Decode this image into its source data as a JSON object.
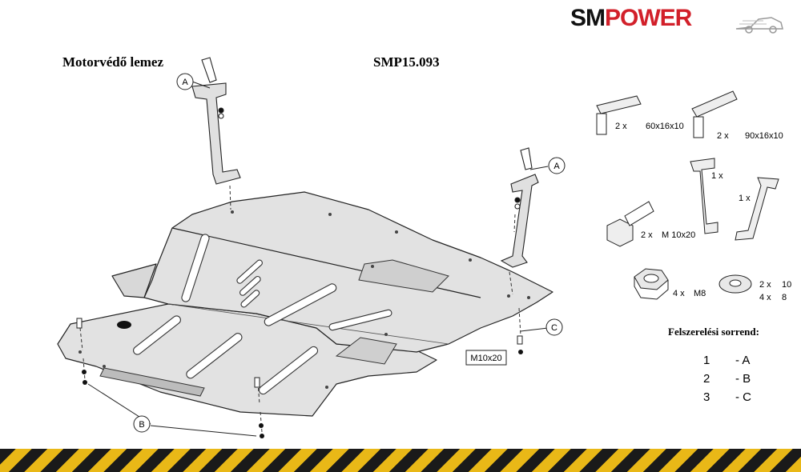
{
  "brand": {
    "part1": "SM",
    "part2": "POWER",
    "color_dark": "#111111",
    "color_red": "#d2202a"
  },
  "header": {
    "title": "Motorvédő lemez",
    "code": "SMP15.093"
  },
  "callouts": {
    "a": "A",
    "b": "B",
    "c": "C"
  },
  "bolt_label": "M10x20",
  "parts": [
    {
      "qty": "2 x",
      "spec": "60x16x10"
    },
    {
      "qty": "2 x",
      "spec": "90x16x10"
    },
    {
      "qty": "1 x",
      "spec": ""
    },
    {
      "qty": "1 x",
      "spec": ""
    },
    {
      "qty": "2 x",
      "spec": "M 10x20"
    },
    {
      "qty": "4 x",
      "spec": "M8"
    },
    {
      "qty": "2 x",
      "spec": "10"
    },
    {
      "qty": "4 x",
      "spec": "8"
    }
  ],
  "installation": {
    "title": "Felszerelési sorrend:",
    "steps": [
      {
        "num": "1",
        "label": "- A"
      },
      {
        "num": "2",
        "label": "- B"
      },
      {
        "num": "3",
        "label": "- C"
      }
    ]
  }
}
